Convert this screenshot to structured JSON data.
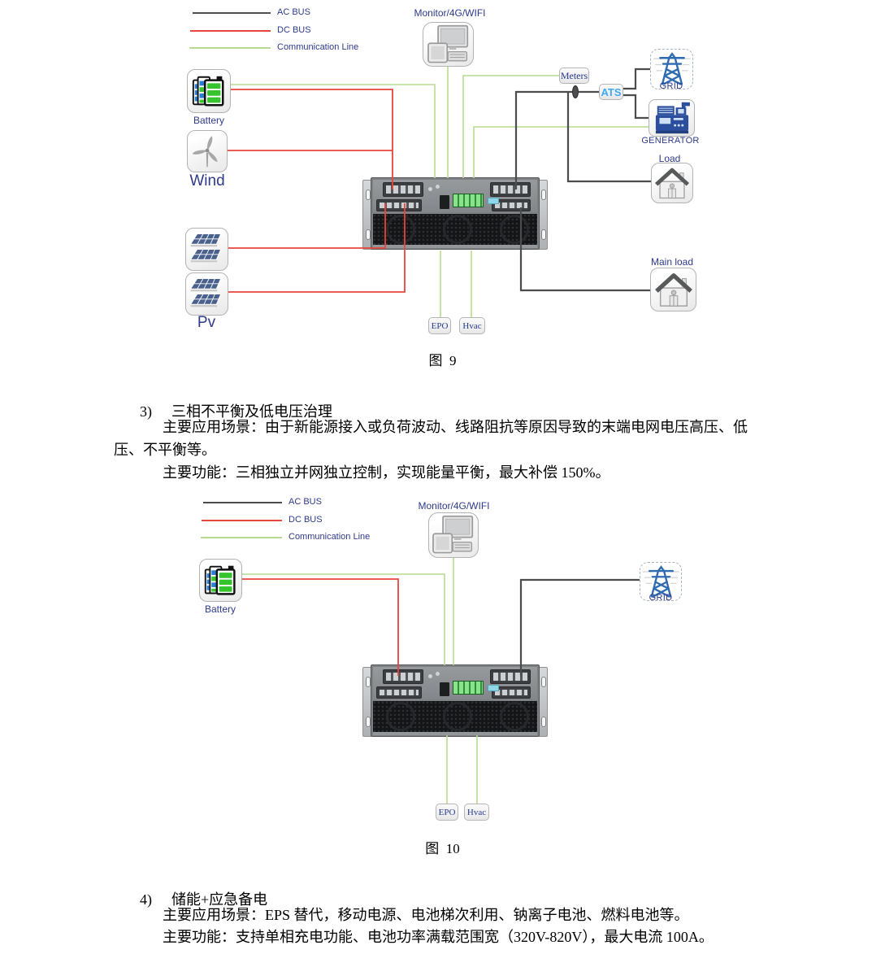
{
  "figure9": {
    "caption": "图  9",
    "legend": {
      "ac": "AC BUS",
      "dc": "DC BUS",
      "comm": "Communication Line"
    },
    "labels": {
      "monitor": "Monitor/4G/WIFI",
      "battery": "Battery",
      "wind": "Wind",
      "pv": "Pv",
      "meters": "Meters",
      "ats": "ATS",
      "grid": "GRID",
      "generator": "GENERATOR",
      "load": "Load",
      "main_load": "Main load",
      "epo": "EPO",
      "hvac": "Hvac"
    }
  },
  "figure10": {
    "caption": "图  10",
    "legend": {
      "ac": "AC BUS",
      "dc": "DC BUS",
      "comm": "Communication Line"
    },
    "labels": {
      "monitor": "Monitor/4G/WIFI",
      "battery": "Battery",
      "grid": "GRID",
      "epo": "EPO",
      "hvac": "Hvac"
    }
  },
  "section3": {
    "num": "3)",
    "title": "三相不平衡及低电压治理",
    "line1": "主要应用场景：由于新能源接入或负荷波动、线路阻抗等原因导致的末端电网电压高压、低",
    "line2": "压、不平衡等。",
    "line3": "主要功能：三相独立并网独立控制，实现能量平衡，最大补偿 150%。"
  },
  "section4": {
    "num": "4)",
    "title": "储能+应急备电",
    "line1": "主要应用场景：EPS 替代，移动电源、电池梯次利用、钠离子电池、燃料电池等。",
    "line2": "主要功能：支持单相充电功能、电池功率满载范围宽（320V-820V），最大电流 100A。"
  },
  "colors": {
    "ac_bus": "#4a4c4e",
    "dc_bus": "#e8453c",
    "comm_line": "#b7dc8f",
    "label_navy": "#2e3a8c",
    "ats_blue": "#3fa9f5",
    "battery_green": "#35c42e",
    "battery_blue": "#2a7fd4",
    "grid_blue": "#2f6bb0",
    "generator_blue": "#2b4f9e"
  }
}
